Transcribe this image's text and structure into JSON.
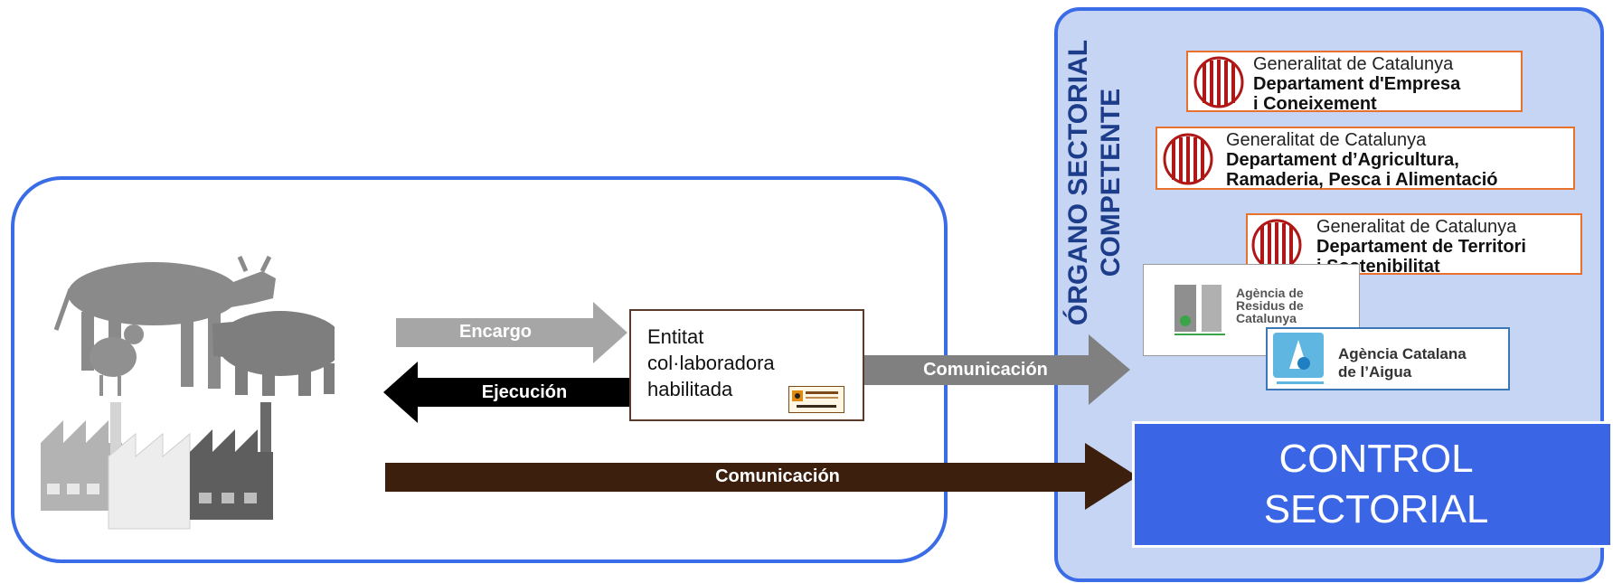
{
  "entity": {
    "text_lines": [
      "Entitat",
      "col·laboradora",
      "habilitada"
    ]
  },
  "arrows": {
    "encargo": "Encargo",
    "ejecucion": "Ejecución",
    "comunicacion_top": "Comunicación",
    "comunicacion_bottom": "Comunicación"
  },
  "organ": {
    "title_line1": "ÓRGANO SECTORIAL",
    "title_line2": "COMPETENTE"
  },
  "logos": {
    "empresa": {
      "line1": "Generalitat de Catalunya",
      "line2": "Departament d'Empresa",
      "line3": "i Coneixement"
    },
    "agricultura": {
      "line1": "Generalitat de Catalunya",
      "line2": "Departament d’Agricultura,",
      "line3": "Ramaderia, Pesca i Alimentació"
    },
    "territori": {
      "line1": "Generalitat de Catalunya",
      "line2": "Departament de Territori",
      "line3": "i Sostenibilitat"
    },
    "residus": {
      "line1": "Agència de",
      "line2": "Residus de",
      "line3": "Catalunya"
    },
    "aigua": {
      "line1": "Agència Catalana",
      "line2": "de l’Aigua"
    }
  },
  "control": {
    "line1": "CONTROL",
    "line2": "SECTORIAL"
  },
  "colors": {
    "panel_border": "#3b6ce8",
    "right_panel_fill": "#c6d5f3",
    "encargo_arrow": "#a6a6a6",
    "ejecucion_arrow": "#000000",
    "comunicacion_top_arrow": "#808080",
    "comunicacion_bottom_arrow": "#3d1f0e",
    "control_fill": "#3a66e6",
    "logo_border": "#e8722d"
  }
}
